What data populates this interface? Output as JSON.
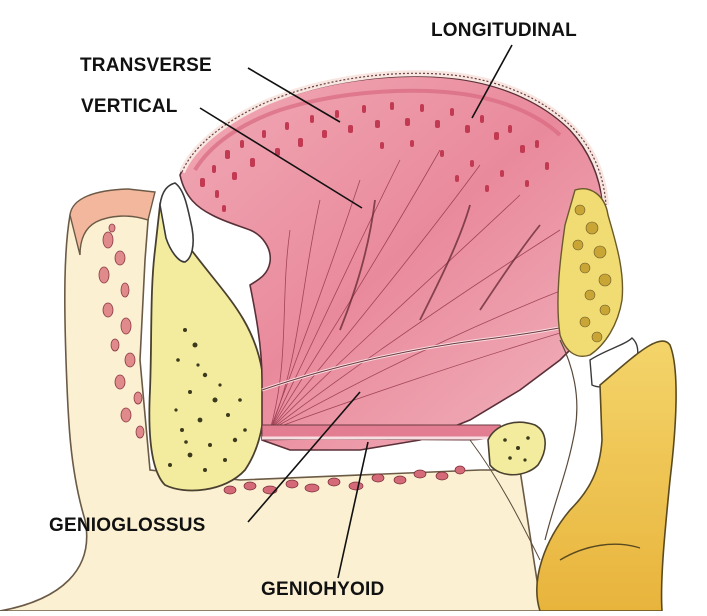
{
  "labels": {
    "longitudinal": "LONGITUDINAL",
    "transverse": "TRANSVERSE",
    "vertical": "VERTICAL",
    "genioglossus": "GENIOGLOSSUS",
    "geniohyoid": "GENIOHYOID"
  },
  "colors": {
    "muscle": "#e8899b",
    "muscle_light": "#f6c4cc",
    "muscle_dark": "#c2485f",
    "fat_yellow": "#f2dd6a",
    "bone": "#f7eec0",
    "skin": "#fbf2d6",
    "cartilage_gold": "#ecc248",
    "outline": "#5a4a3a",
    "leader": "#111111"
  }
}
